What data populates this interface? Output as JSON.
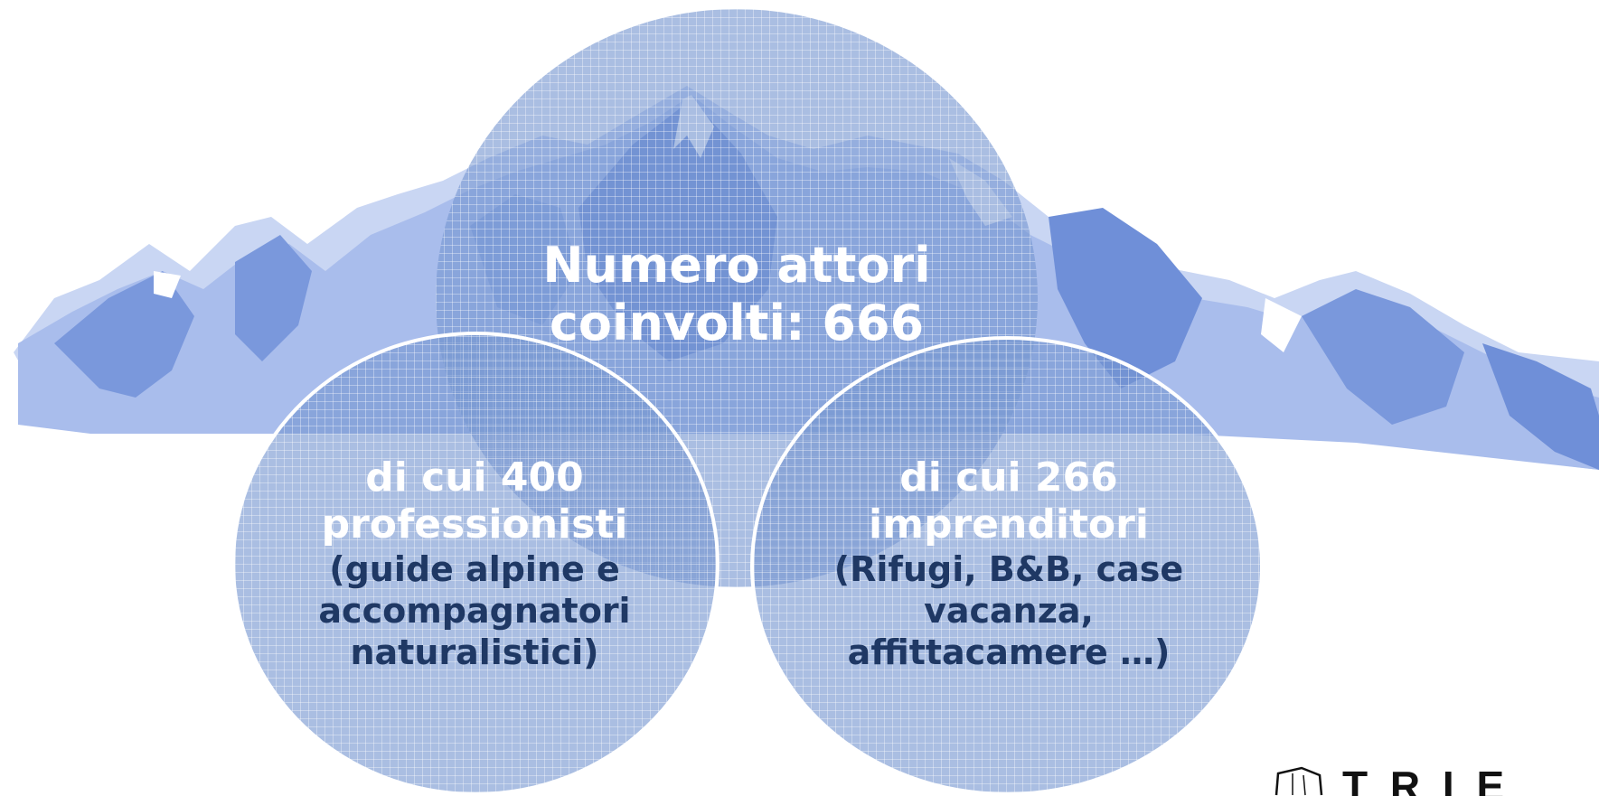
{
  "colors": {
    "mountain_light": "#b5c6ee",
    "mountain_mid": "#8ea8e2",
    "mountain_dark": "#6e8fd8",
    "circle_fill": "#7696d0",
    "text_light": "#ffffff",
    "text_dark": "#1f3864"
  },
  "diagram": {
    "main": {
      "line1": "Numero attori",
      "line2": "coinvolti: 666"
    },
    "left": {
      "line1": "di cui 400",
      "line2": "professionisti",
      "line3": "(guide alpine e",
      "line4": "accompagnatori",
      "line5": "naturalistici)"
    },
    "right": {
      "line1": "di cui 266",
      "line2": "imprenditori",
      "line3": "(Rifugi, B&B, case",
      "line4": "vacanza,",
      "line5": "affittacamere …)"
    }
  },
  "logo": {
    "text": "T R I E"
  }
}
